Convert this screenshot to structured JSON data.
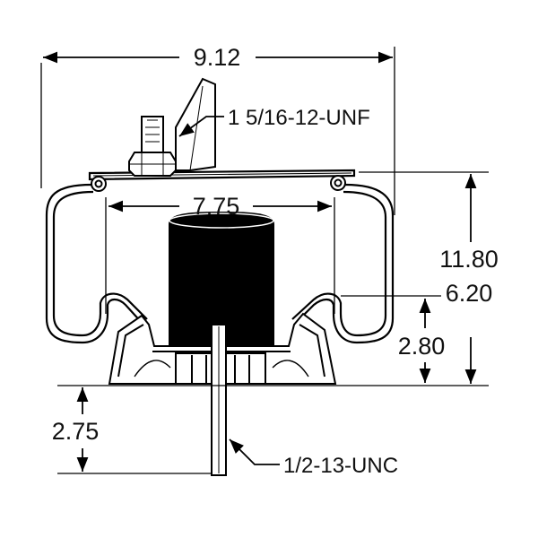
{
  "dimensions": {
    "overall_width": "9.12",
    "top_thread": "1 5/16-12-UNF",
    "bead_width": "7.75",
    "max_height": "11.80",
    "min_height": "6.20",
    "piston_height": "2.80",
    "stud_length": "2.75",
    "bottom_thread": "1/2-13-UNC"
  },
  "colors": {
    "line": "#000000",
    "bumper": "#000000",
    "background": "#ffffff"
  }
}
